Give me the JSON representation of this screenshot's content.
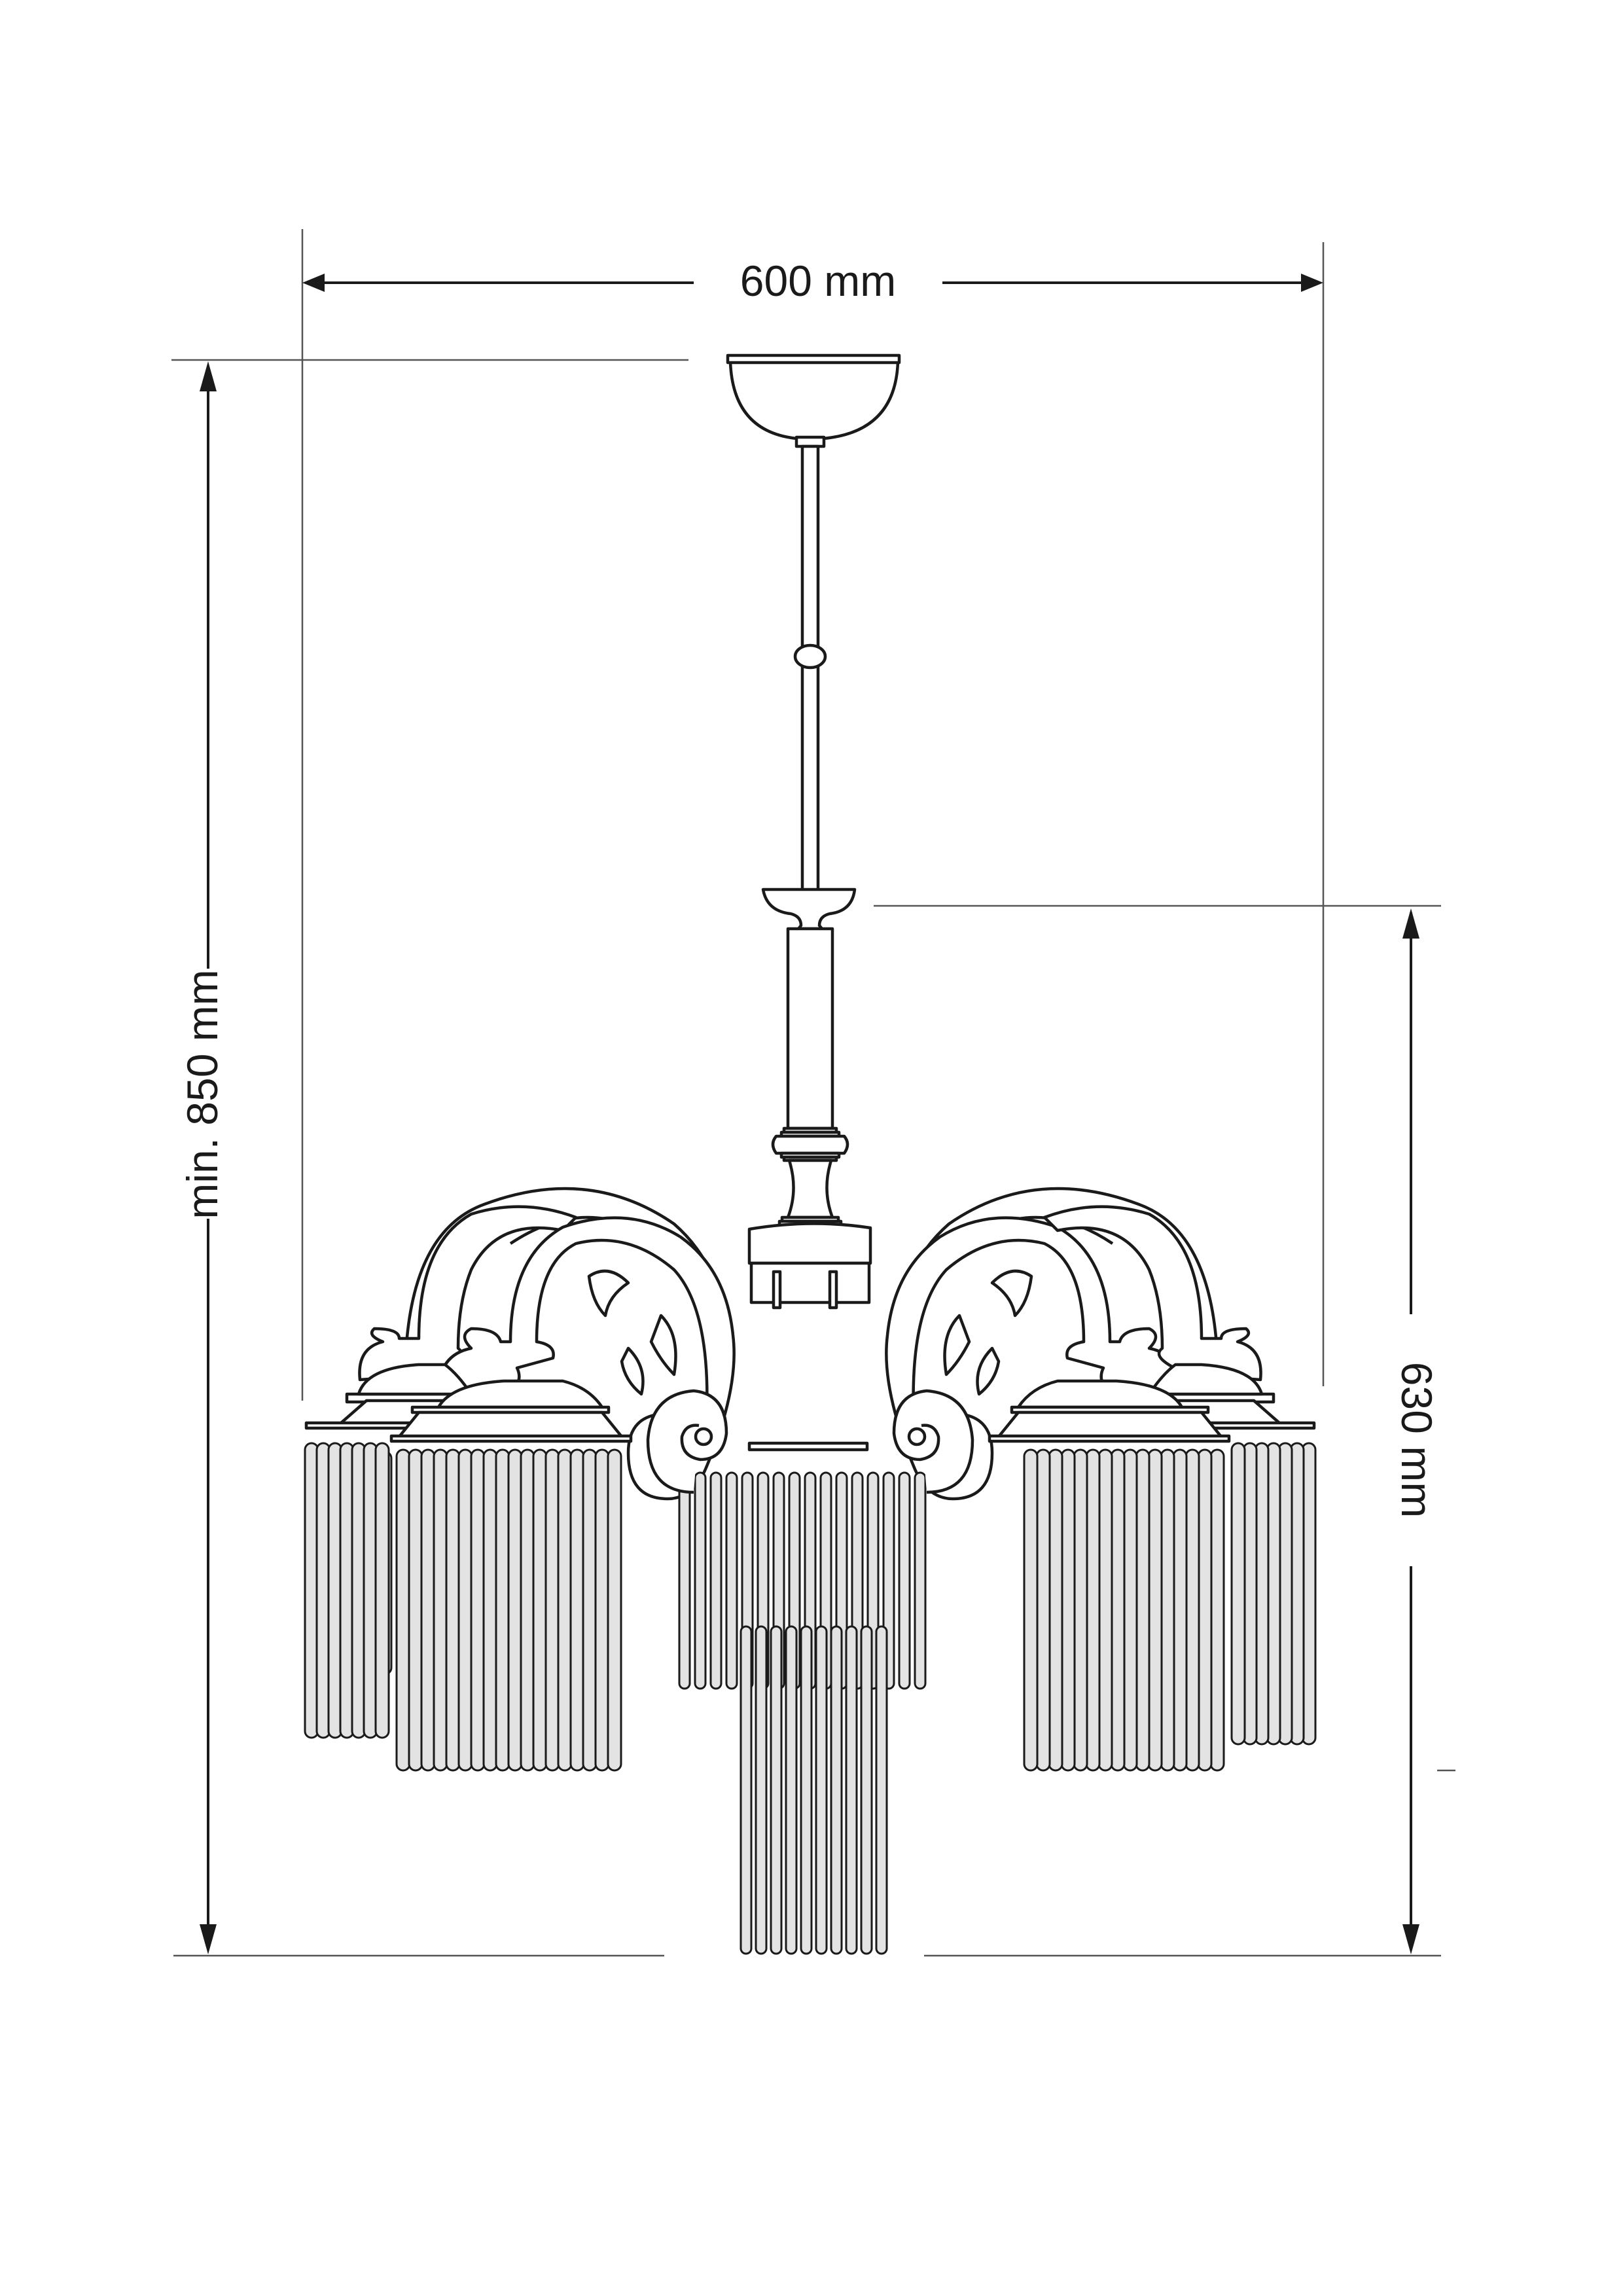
{
  "drawing": {
    "subject": "Chandelier with five arms and glass rod fringe shades",
    "colors": {
      "line": "#1a1a1a",
      "extension_line": "#555555",
      "rod_fill": "#e3e3e3",
      "background": "#ffffff"
    }
  },
  "dimensions": {
    "width": {
      "label": "600 mm",
      "value": 600,
      "unit": "mm",
      "orientation": "horizontal"
    },
    "total_height": {
      "label": "min. 850 mm",
      "value": 850,
      "qualifier": "min.",
      "unit": "mm",
      "orientation": "vertical-left"
    },
    "body_height": {
      "label": "630 mm",
      "value": 630,
      "unit": "mm",
      "orientation": "vertical-right"
    }
  }
}
